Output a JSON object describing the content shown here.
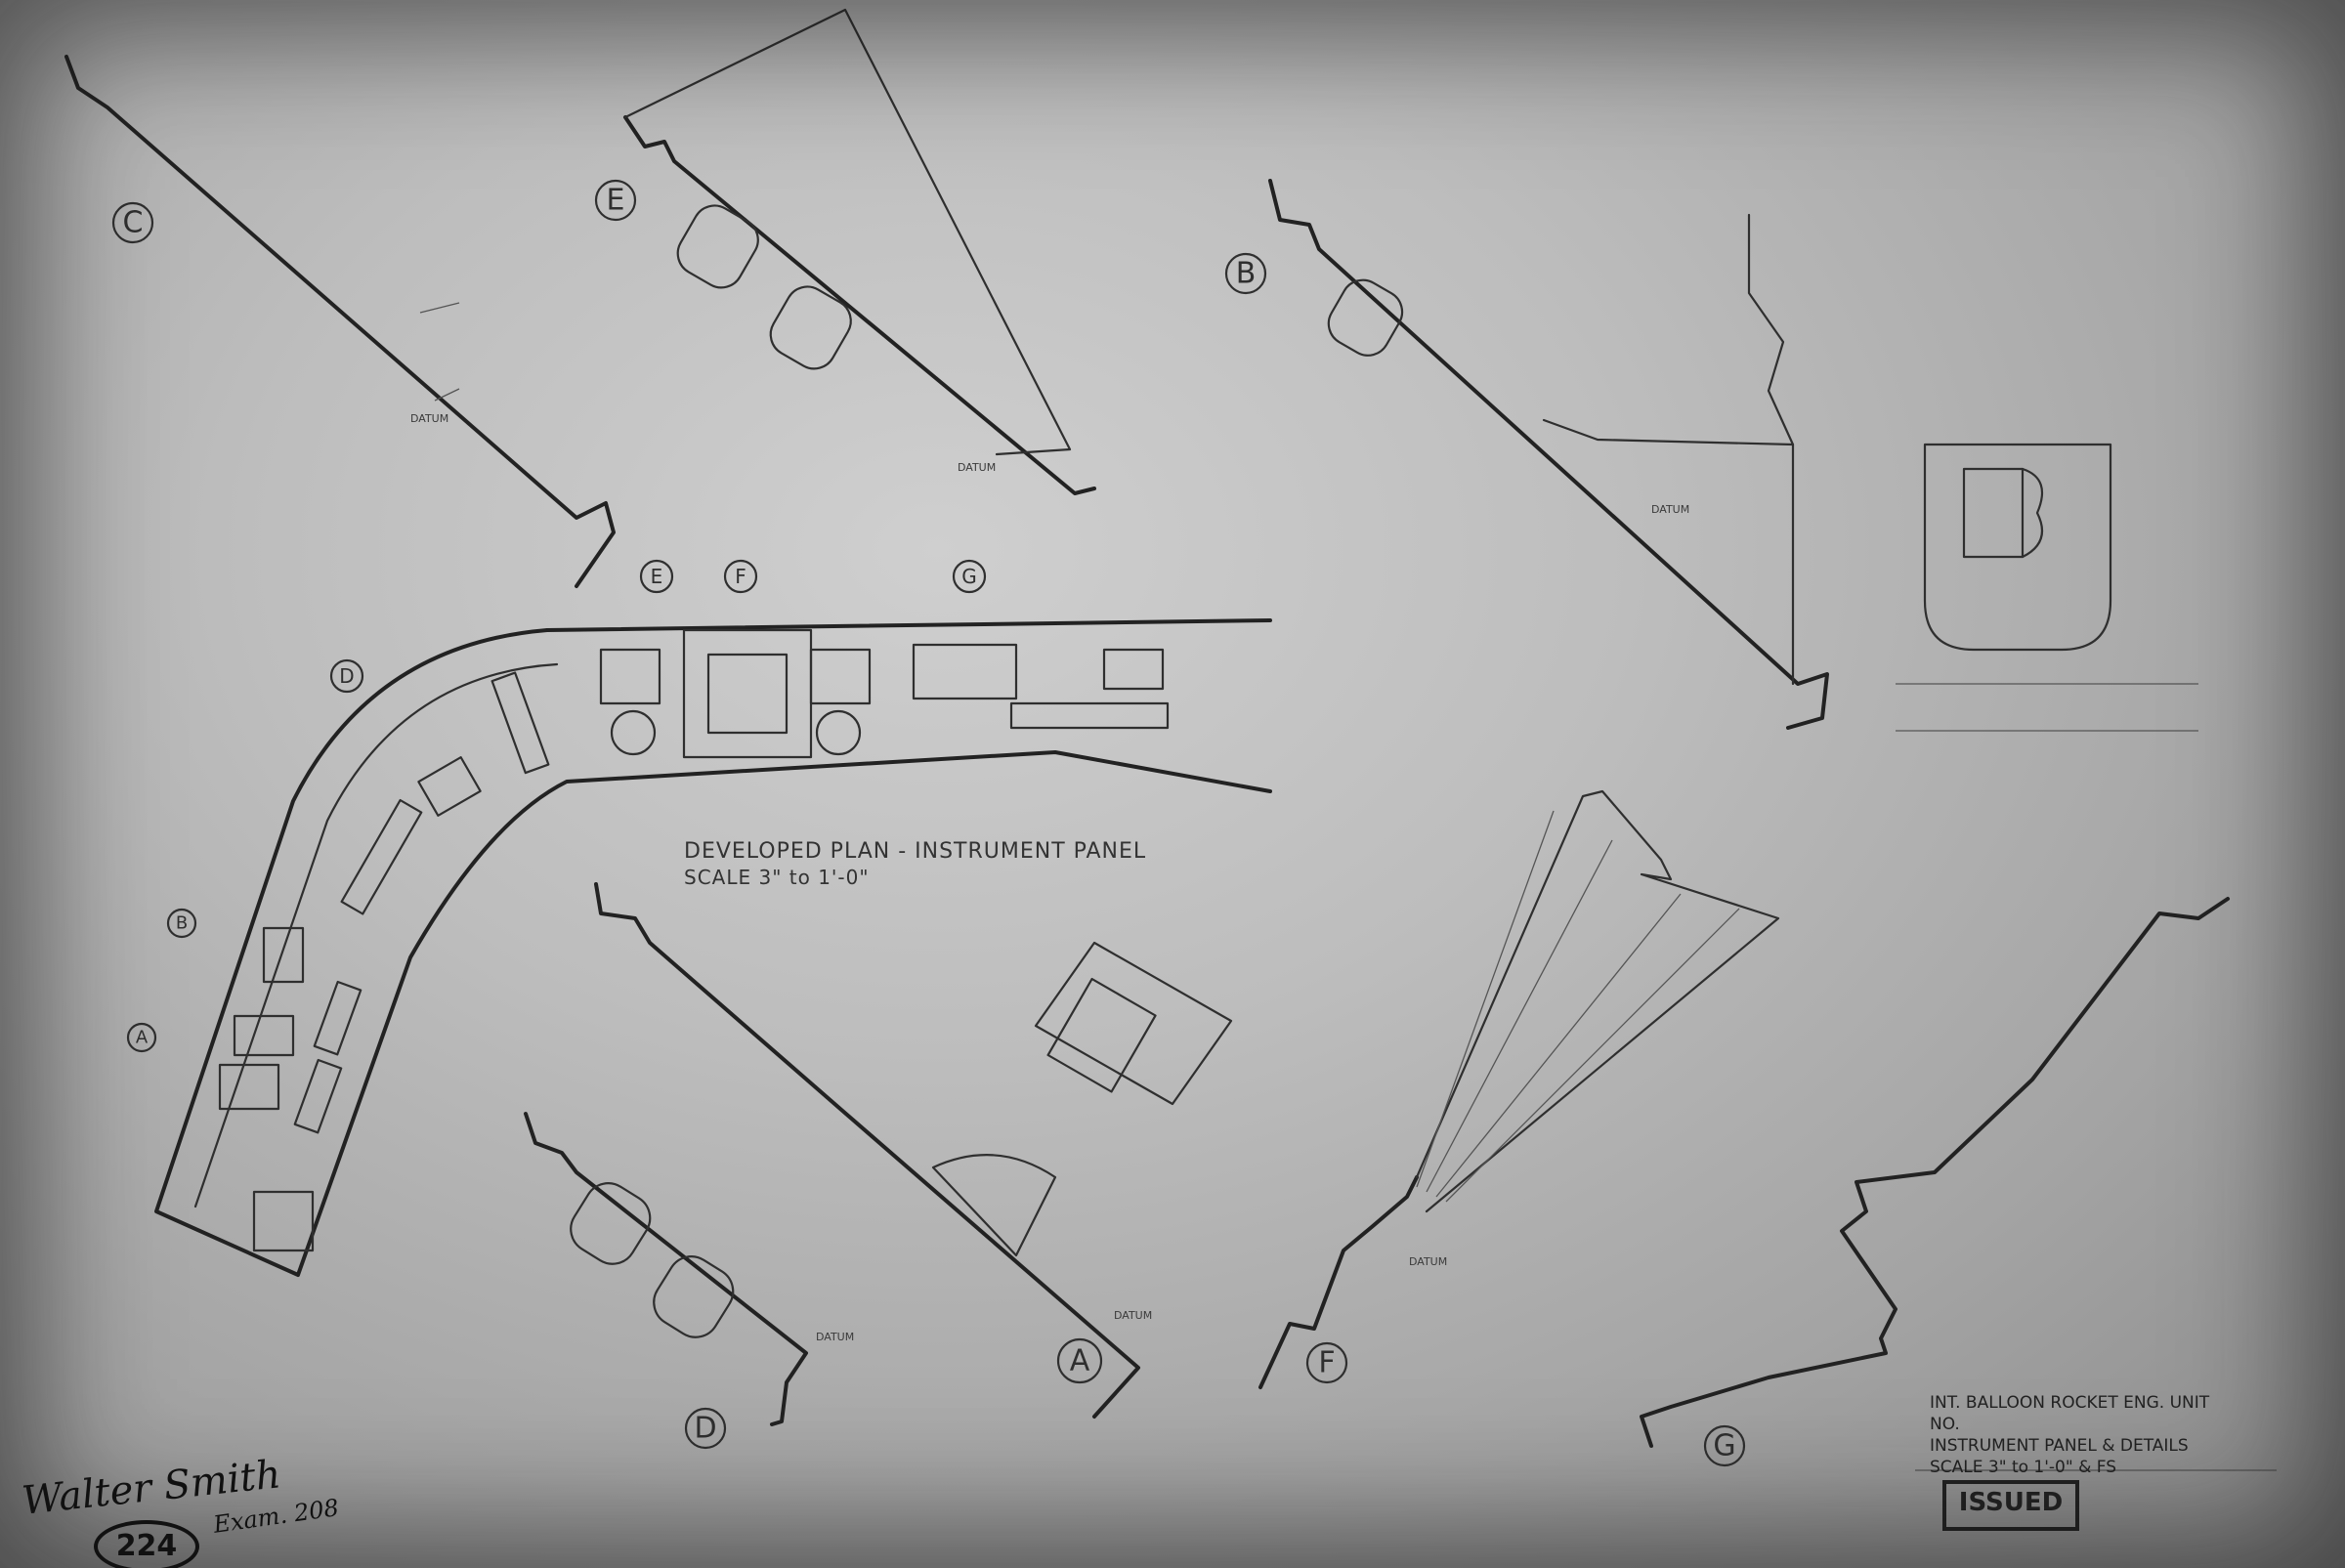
{
  "drawing": {
    "main_title": "DEVELOPED PLAN - INSTRUMENT PANEL",
    "main_scale": "SCALE 3\" to 1'-0\"",
    "datum_label": "DATUM",
    "section_labels": [
      "A",
      "B",
      "C",
      "D",
      "E",
      "F",
      "G"
    ],
    "title_block": {
      "line1": "INT. BALLOON ROCKET ENG. UNIT NO.",
      "line2": "INSTRUMENT PANEL & DETAILS",
      "scale": "SCALE 3\" to 1'-0\" & FS"
    },
    "stamp": "ISSUED",
    "signature": "Walter Smith",
    "sheet_number": "224",
    "drawing_ref": "Exam. 208"
  },
  "colors": {
    "paper": "#bdbdbd",
    "ink": "#2f2f2f",
    "border": "#1b1b1b"
  }
}
